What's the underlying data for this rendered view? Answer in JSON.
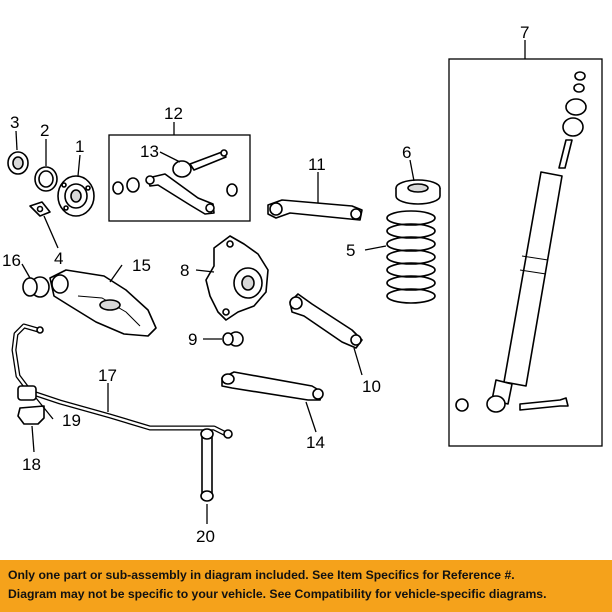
{
  "callouts": {
    "c1": "1",
    "c2": "2",
    "c3": "3",
    "c4": "4",
    "c5": "5",
    "c6": "6",
    "c7": "7",
    "c8": "8",
    "c9": "9",
    "c10": "10",
    "c11": "11",
    "c12": "12",
    "c13": "13",
    "c14": "14",
    "c15": "15",
    "c16": "16",
    "c17": "17",
    "c18": "18",
    "c19": "19",
    "c20": "20"
  },
  "banner": {
    "line1": "Only one part or sub-assembly in diagram included. See Item Specifics for Reference #.",
    "line2": "Diagram may not be specific to your vehicle. See Compatibility for vehicle-specific diagrams.",
    "color": "#f5a21b"
  }
}
